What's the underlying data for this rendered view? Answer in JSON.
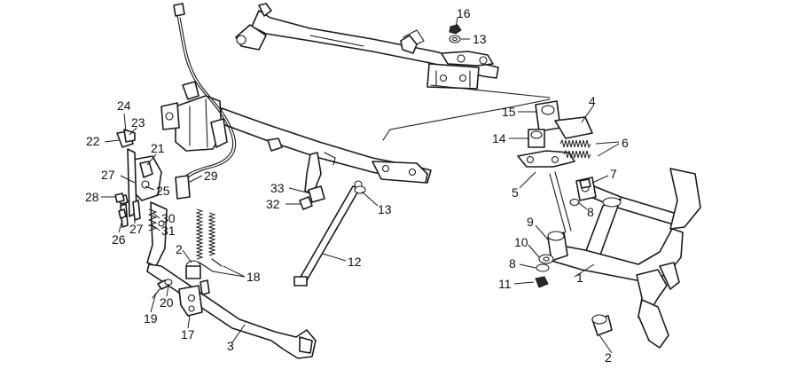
{
  "callouts": [
    {
      "id": "c16",
      "text": "16"
    },
    {
      "id": "c13a",
      "text": "13"
    },
    {
      "id": "c4",
      "text": "4"
    },
    {
      "id": "c15",
      "text": "15"
    },
    {
      "id": "c14",
      "text": "14"
    },
    {
      "id": "c6",
      "text": "6"
    },
    {
      "id": "c5",
      "text": "5"
    },
    {
      "id": "c7",
      "text": "7"
    },
    {
      "id": "c8a",
      "text": "8"
    },
    {
      "id": "c9",
      "text": "9"
    },
    {
      "id": "c10",
      "text": "10"
    },
    {
      "id": "c8b",
      "text": "8"
    },
    {
      "id": "c11",
      "text": "11"
    },
    {
      "id": "c1",
      "text": "1"
    },
    {
      "id": "c2b",
      "text": "2"
    },
    {
      "id": "c12",
      "text": "12"
    },
    {
      "id": "c13b",
      "text": "13"
    },
    {
      "id": "c33",
      "text": "33"
    },
    {
      "id": "c32",
      "text": "32"
    },
    {
      "id": "c24",
      "text": "24"
    },
    {
      "id": "c23",
      "text": "23"
    },
    {
      "id": "c22",
      "text": "22"
    },
    {
      "id": "c21",
      "text": "21"
    },
    {
      "id": "c27a",
      "text": "27"
    },
    {
      "id": "c25",
      "text": "25"
    },
    {
      "id": "c29",
      "text": "29"
    },
    {
      "id": "c28",
      "text": "28"
    },
    {
      "id": "c30",
      "text": "30"
    },
    {
      "id": "c31",
      "text": "31"
    },
    {
      "id": "c26",
      "text": "26"
    },
    {
      "id": "c27b",
      "text": "27"
    },
    {
      "id": "c2a",
      "text": "2"
    },
    {
      "id": "c18",
      "text": "18"
    },
    {
      "id": "c19",
      "text": "19"
    },
    {
      "id": "c20",
      "text": "20"
    },
    {
      "id": "c17",
      "text": "17"
    },
    {
      "id": "c3",
      "text": "3"
    }
  ]
}
